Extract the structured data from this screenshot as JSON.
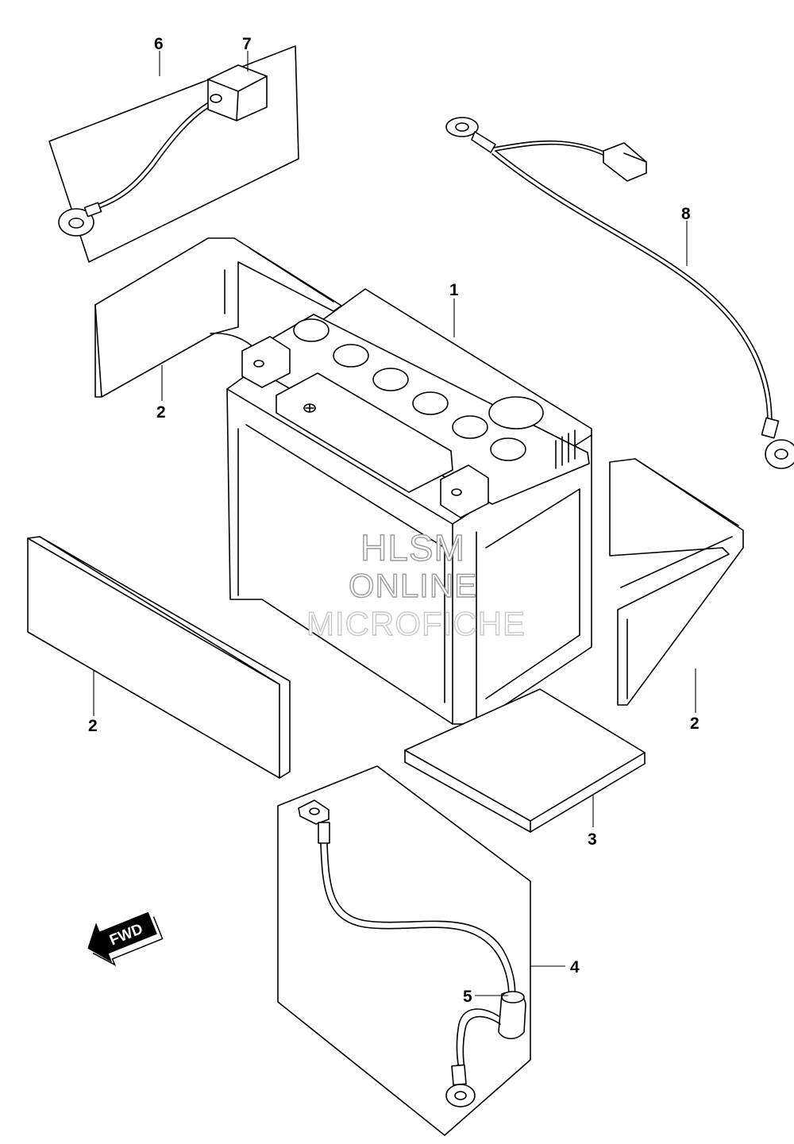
{
  "watermark": {
    "line1": "HLSM",
    "line2": "ONLINE",
    "line3": "MICROFICHE"
  },
  "callouts": {
    "c1": "1",
    "c2_upper_left": "2",
    "c2_lower_left": "2",
    "c2_right": "2",
    "c3": "3",
    "c4": "4",
    "c5": "5",
    "c6": "6",
    "c7": "7",
    "c8": "8"
  },
  "fwd_label": "FWD",
  "colors": {
    "line": "#000000",
    "background": "#ffffff",
    "watermark_outline": "#9a9a9a"
  }
}
